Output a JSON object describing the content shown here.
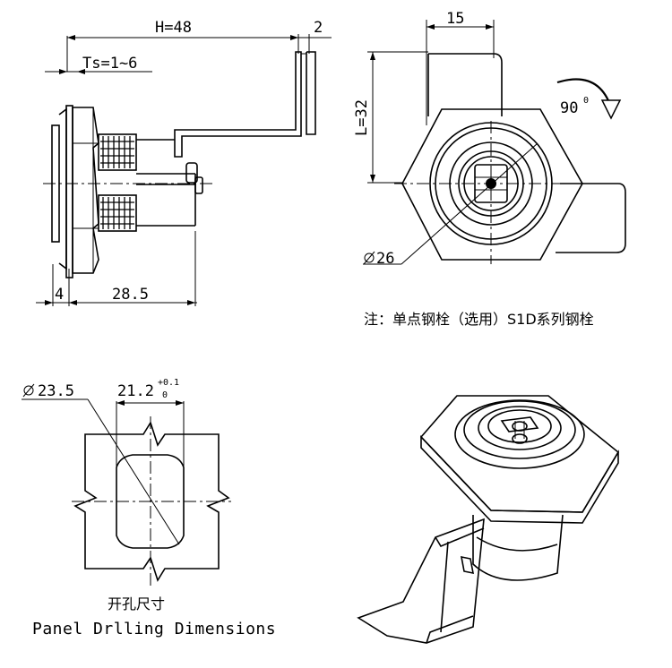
{
  "side_view": {
    "dim_H": "H=48",
    "dim_thickness": "2",
    "dim_Ts": "Ts=1~6",
    "dim_4": "4",
    "dim_28_5": "28.5"
  },
  "front_view": {
    "dim_15": "15",
    "dim_L": "L=32",
    "rotation_label": "90",
    "rotation_degree": "0",
    "dim_diameter": "26"
  },
  "note": "注：单点钢栓（选用）S1D系列钢栓",
  "panel_cutout": {
    "dim_diameter": "23.5",
    "dim_width": "21.2",
    "tol_upper": "+0.1",
    "tol_lower": "0",
    "caption_cn": "开孔尺寸",
    "caption_en": "Panel Drlling Dimensions"
  }
}
